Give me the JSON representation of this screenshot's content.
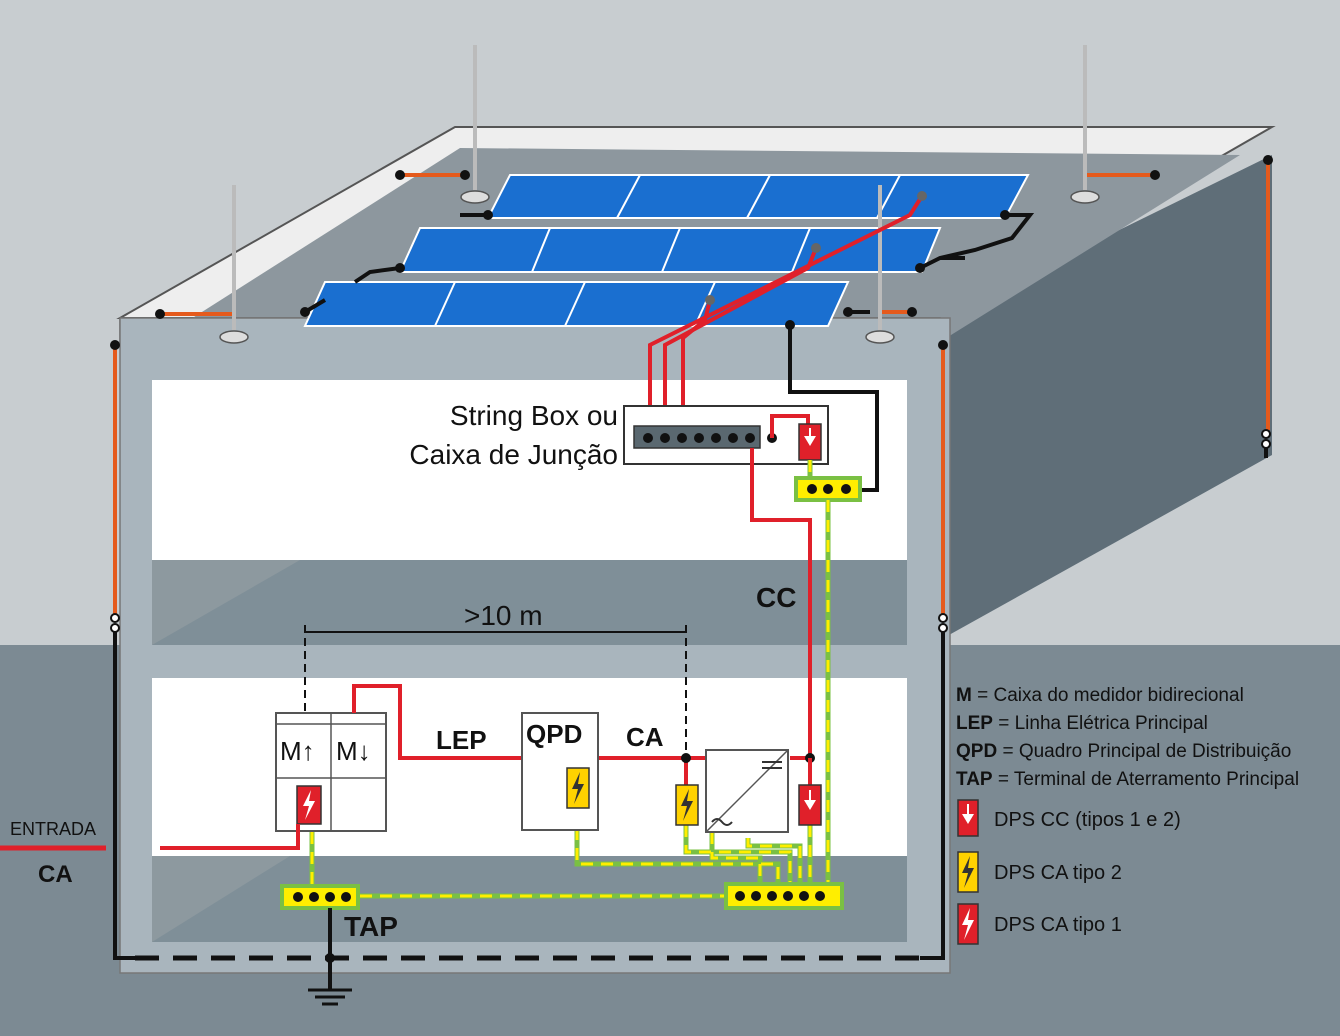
{
  "labels": {
    "string_box_line1": "String Box ou",
    "string_box_line2": "Caixa de Junção",
    "cc": "CC",
    "distance": ">10 m",
    "lep": "LEP",
    "qpd": "QPD",
    "ca": "CA",
    "meter_in": "M↑",
    "meter_out": "M↓",
    "entrada": "ENTRADA",
    "entrada_ca": "CA",
    "tap": "TAP"
  },
  "legend": {
    "definitions": [
      {
        "key": "M",
        "text": " = Caixa do medidor bidirecional"
      },
      {
        "key": "LEP",
        "text": " = Linha Elétrica Principal"
      },
      {
        "key": "QPD",
        "text": " = Quadro Principal de Distribuição"
      },
      {
        "key": "TAP",
        "text": " = Terminal de Aterramento Principal"
      }
    ],
    "symbols": [
      {
        "icon": "dps-cc-icon",
        "text": "DPS CC (tipos 1 e 2)"
      },
      {
        "icon": "dps-ca-type2-icon",
        "text": "DPS CA tipo 2"
      },
      {
        "icon": "dps-ca-type1-icon",
        "text": "DPS CA tipo 1"
      }
    ]
  },
  "colors": {
    "wall": "#a9b5bd",
    "roof_edge": "#eeeeee",
    "floor": "#7f8f98",
    "interior": "#ffffff",
    "side_wall": "#5f6e78",
    "ground": "#7c8a93",
    "sky": "#c8cdd0",
    "panel": "#1a6fd0",
    "dc_cable": "#e0202a",
    "lightning_conductor": "#e55a1c",
    "earth_green": "#7ac043",
    "earth_yellow": "#ffee00",
    "dps_cc": "#e0202a",
    "dps_ca_type2": "#ffd200"
  }
}
